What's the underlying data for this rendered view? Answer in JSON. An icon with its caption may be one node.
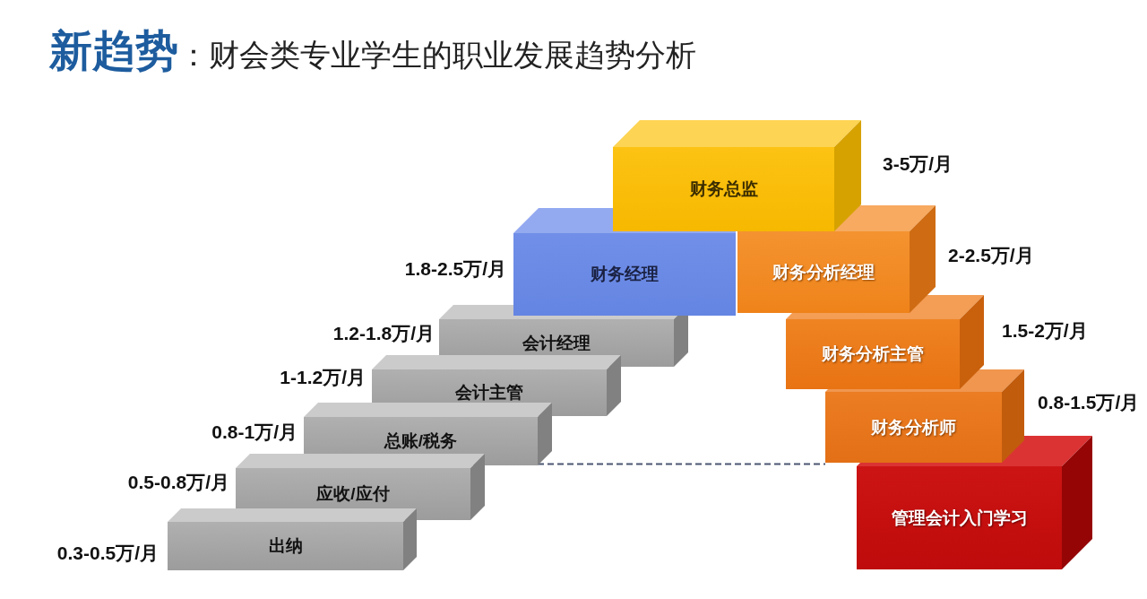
{
  "diagram": {
    "title": "**新趋势**：财会类专业学生的职业发展趋势分析",
    "nodes": [
      {
        "text": [
          "财务总监"
        ],
        "beside": [
          "3-5万/月"
        ]
      },
      {
        "text": [
          "财务经理"
        ],
        "beside": [
          "1.8-2.5万/月"
        ]
      },
      {
        "text": [
          "财务分析经理"
        ],
        "beside": [
          "2-2.5万/月"
        ]
      },
      {
        "text": [
          "会计经理"
        ],
        "beside": [
          "1.2-1.8万/月"
        ]
      },
      {
        "text": [
          "财务分析主管"
        ],
        "beside": [
          "1.5-2万/月"
        ]
      },
      {
        "text": [
          "会计主管"
        ],
        "beside": [
          "1-1.2万/月"
        ]
      },
      {
        "text": [
          "财务分析师"
        ],
        "beside": [
          "0.8-1.5万/月"
        ]
      },
      {
        "text": [
          "总账/税务"
        ],
        "beside": [
          "0.8-1万/月"
        ]
      },
      {
        "text": [
          "应收/应付"
        ],
        "beside": [
          "0.5-0.8万/月"
        ]
      },
      {
        "text": [
          "管理会计入门学习"
        ]
      },
      {
        "text": [
          "出纳"
        ],
        "beside": [
          "0.3-0.5万/月"
        ]
      }
    ],
    "edges": [
      {
        "from": 7,
        "to": 6,
        "arrow": "none",
        "style": "dashed"
      }
    ]
  }
}
